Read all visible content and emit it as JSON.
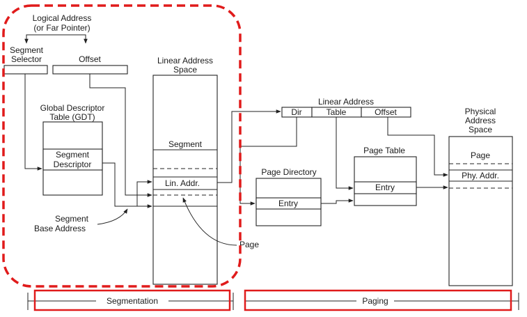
{
  "labels": {
    "logical_address": "Logical Address",
    "far_pointer": "(or Far Pointer)",
    "segment_selector_1": "Segment",
    "segment_selector_2": "Selector",
    "offset": "Offset",
    "gdt_1": "Global Descriptor",
    "gdt_2": "Table (GDT)",
    "segment_descriptor_1": "Segment",
    "segment_descriptor_2": "Descriptor",
    "segment_base_1": "Segment",
    "segment_base_2": "Base Address",
    "linear_space_1": "Linear Address",
    "linear_space_2": "Space",
    "segment": "Segment",
    "lin_addr": "Lin. Addr.",
    "page_label": "Page",
    "linear_address": "Linear Address",
    "dir": "Dir",
    "table": "Table",
    "linear_offset": "Offset",
    "page_directory": "Page Directory",
    "dir_entry": "Entry",
    "page_table": "Page Table",
    "table_entry": "Entry",
    "physical_1": "Physical",
    "physical_2": "Address",
    "physical_3": "Space",
    "phys_page": "Page",
    "phy_addr": "Phy. Addr.",
    "segmentation": "Segmentation",
    "paging": "Paging"
  },
  "colors": {
    "highlight": "#e01b1b",
    "stroke": "#222222"
  }
}
